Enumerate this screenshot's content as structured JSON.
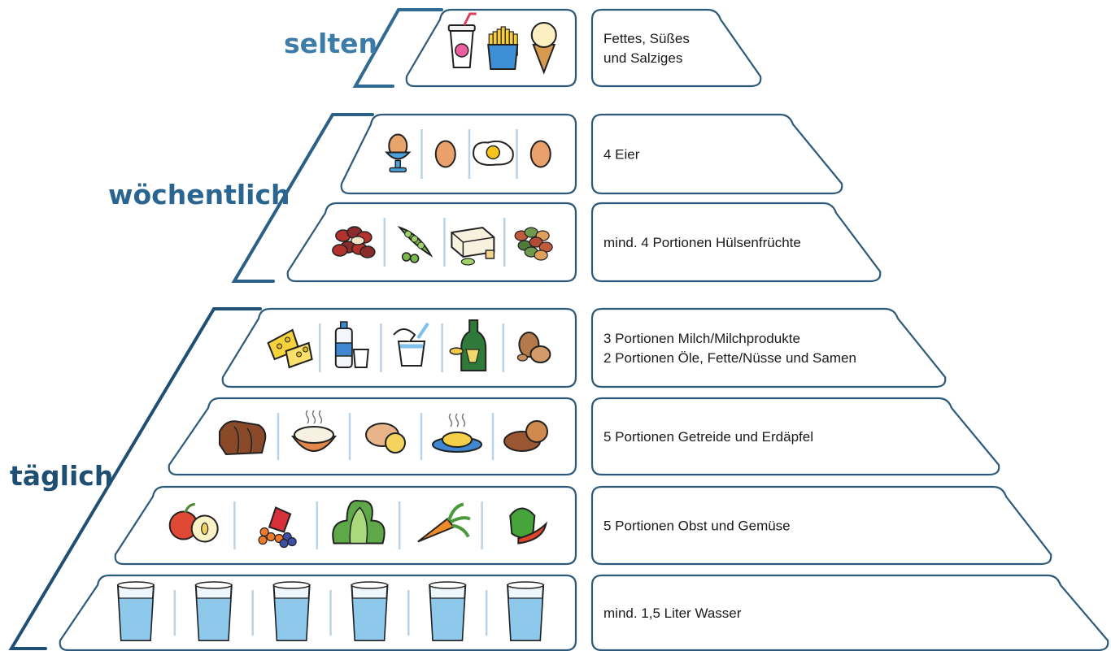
{
  "colors": {
    "outline": "#2e5a7a",
    "freq_selten": "#3d7ca6",
    "freq_woechentlich": "#2a6592",
    "freq_taeglich": "#1e4f73",
    "separator": "#b9d3e8",
    "water": "#8ec9ec"
  },
  "frequencies": {
    "selten": "selten",
    "woechentlich": "wöchentlich",
    "taeglich": "täglich"
  },
  "levels": [
    {
      "id": "sweets",
      "lines": [
        "Fettes, Süßes",
        "und Salziges"
      ],
      "icons": [
        "soft-drink-icon",
        "fries-icon",
        "ice-cream-icon"
      ]
    },
    {
      "id": "eggs",
      "lines": [
        "4 Eier"
      ],
      "icons": [
        "boiled-egg-icon",
        "egg-icon",
        "fried-egg-icon",
        "egg-icon"
      ]
    },
    {
      "id": "legumes",
      "lines": [
        "mind. 4 Portionen Hülsenfrüchte"
      ],
      "icons": [
        "beans-icon",
        "peas-icon",
        "tofu-icon",
        "lentils-icon"
      ]
    },
    {
      "id": "dairy-oils",
      "lines": [
        "3 Portionen Milch/Milchprodukte",
        "2 Portionen Öle, Fette/Nüsse und Samen"
      ],
      "icons": [
        "cheese-icon",
        "milk-icon",
        "yogurt-icon",
        "oil-bottle-icon",
        "nuts-icon"
      ]
    },
    {
      "id": "grains",
      "lines": [
        "5 Portionen Getreide und Erdäpfel"
      ],
      "icons": [
        "bread-icon",
        "rice-bowl-icon",
        "potato-icon",
        "pasta-icon",
        "pretzel-roll-icon"
      ]
    },
    {
      "id": "fruit-veg",
      "lines": [
        "5 Portionen Obst und Gemüse"
      ],
      "icons": [
        "apple-icon",
        "berries-icon",
        "lettuce-icon",
        "carrot-icon",
        "pepper-icon"
      ]
    },
    {
      "id": "water",
      "lines": [
        "mind. 1,5 Liter Wasser"
      ],
      "icons": [
        "water-glass-icon",
        "water-glass-icon",
        "water-glass-icon",
        "water-glass-icon",
        "water-glass-icon",
        "water-glass-icon"
      ]
    }
  ]
}
